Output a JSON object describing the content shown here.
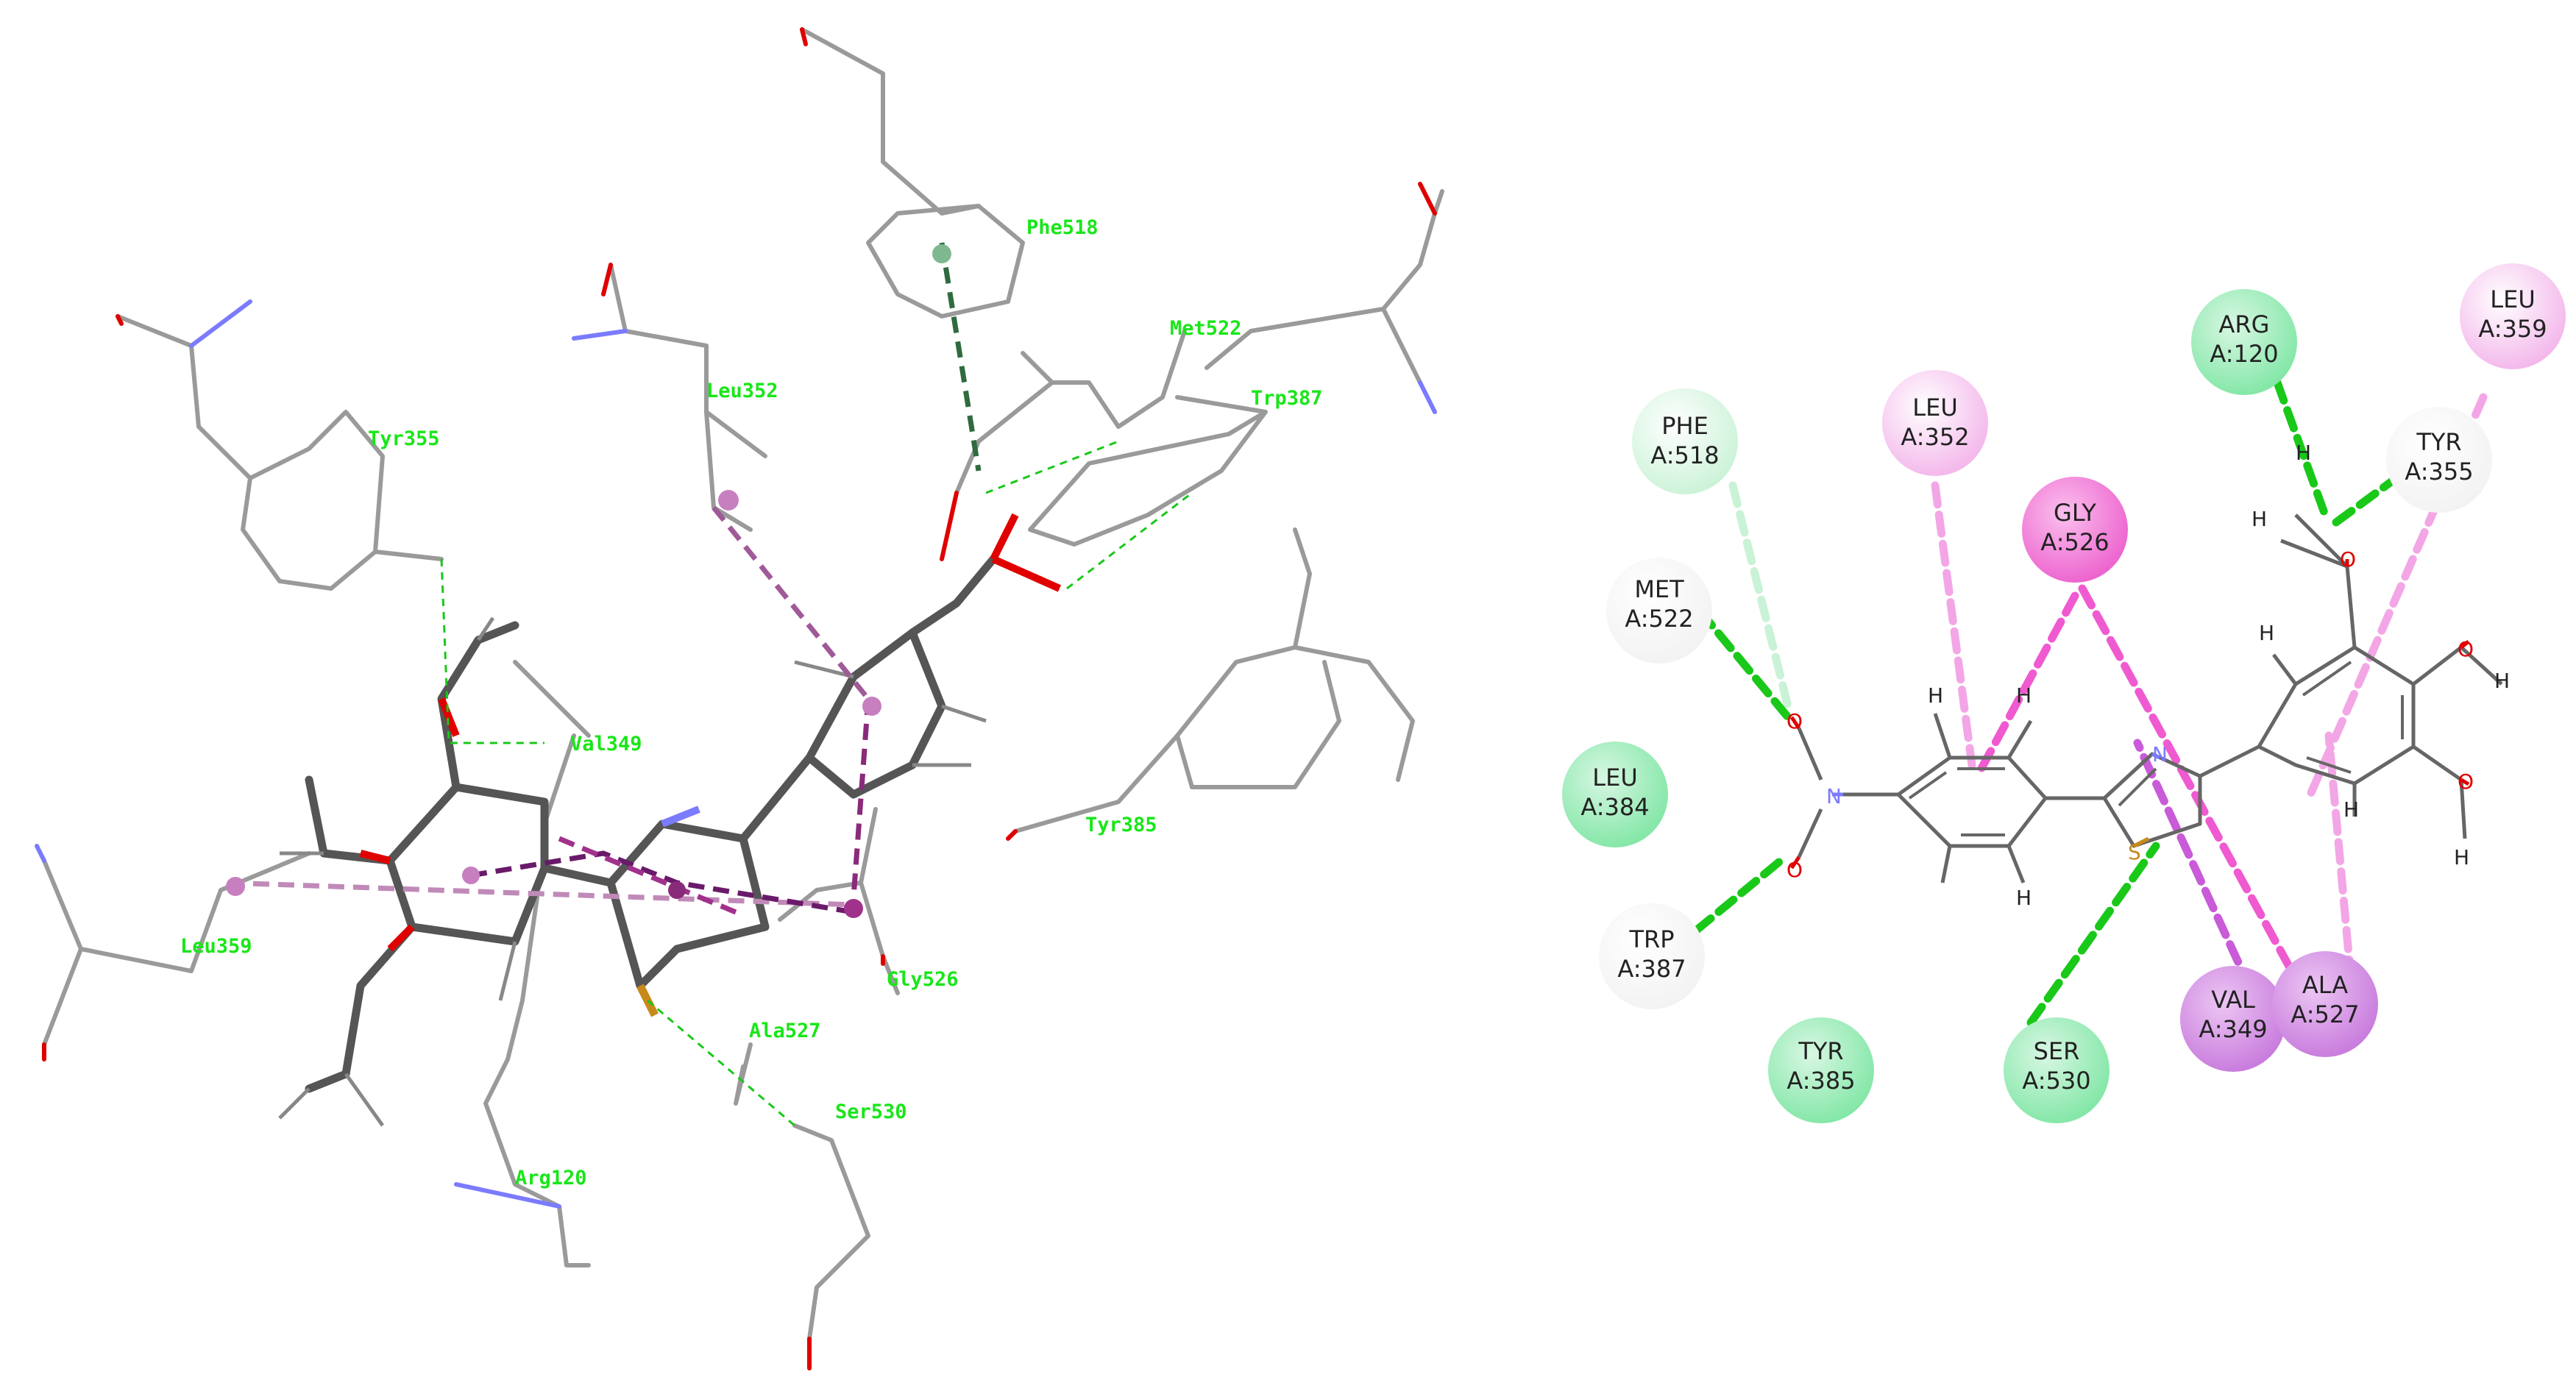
{
  "colors": {
    "carbon_light": "#9a9a9a",
    "carbon_dark": "#555555",
    "oxygen": "#e00000",
    "nitrogen": "#7b7bff",
    "sulfur": "#c8891b",
    "hbond": "#19c819",
    "carbon_hbond": "#c9f2d6",
    "pi_sigma": "#a0328c",
    "pi_alkyl": "#f3a6e6",
    "amide_pi": "#f05ad0",
    "pi_pi": "#2f6b3e",
    "vdw": "#7fe6a4",
    "label_3d": "#19e619"
  },
  "view3d": {
    "residue_labels": [
      "Phe518",
      "Met522",
      "Trp387",
      "Leu352",
      "Tyr355",
      "Val349",
      "Tyr385",
      "Leu359",
      "Gly526",
      "Ala527",
      "Ser530",
      "Arg120"
    ]
  },
  "view2d": {
    "residues": [
      {
        "line1": "PHE",
        "line2": "A:518",
        "type": "carbon_hbond"
      },
      {
        "line1": "MET",
        "line2": "A:522",
        "type": "none"
      },
      {
        "line1": "LEU",
        "line2": "A:384",
        "type": "vdw"
      },
      {
        "line1": "TRP",
        "line2": "A:387",
        "type": "none"
      },
      {
        "line1": "TYR",
        "line2": "A:385",
        "type": "vdw"
      },
      {
        "line1": "LEU",
        "line2": "A:352",
        "type": "pi_alkyl"
      },
      {
        "line1": "GLY",
        "line2": "A:526",
        "type": "amide_pi"
      },
      {
        "line1": "ARG",
        "line2": "A:120",
        "type": "vdw"
      },
      {
        "line1": "LEU",
        "line2": "A:359",
        "type": "pi_alkyl"
      },
      {
        "line1": "TYR",
        "line2": "A:355",
        "type": "none"
      },
      {
        "line1": "SER",
        "line2": "A:530",
        "type": "vdw"
      },
      {
        "line1": "VAL",
        "line2": "A:349",
        "type": "alkyl"
      },
      {
        "line1": "ALA",
        "line2": "A:527",
        "type": "alkyl"
      }
    ],
    "atoms": {
      "O": "O",
      "N": "N",
      "S": "S",
      "H": "H"
    }
  }
}
